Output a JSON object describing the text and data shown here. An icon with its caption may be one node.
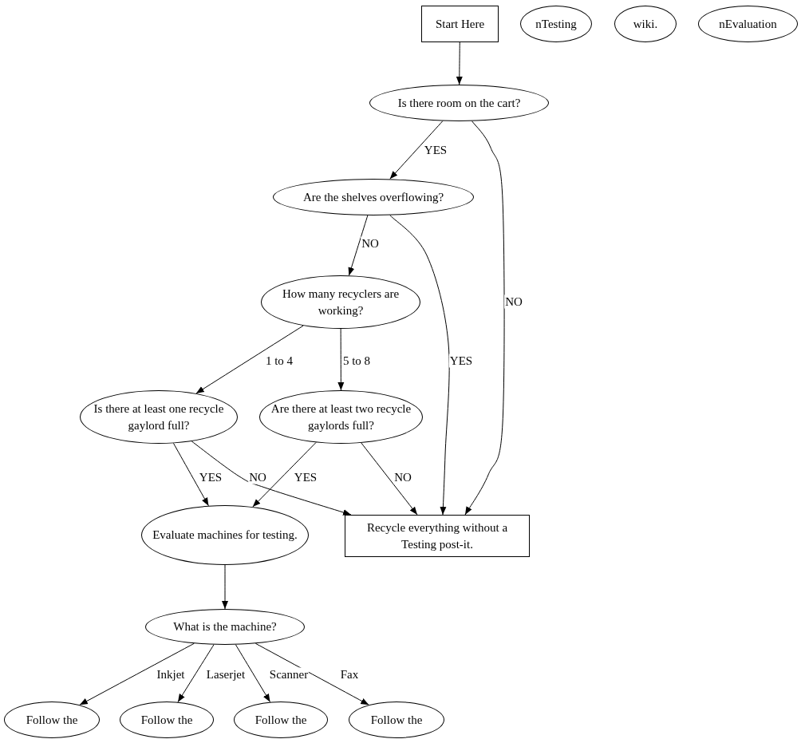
{
  "diagram": {
    "nodes": [
      {
        "text": [
          "Start Here"
        ]
      },
      {
        "text": [
          "nTesting"
        ]
      },
      {
        "text": [
          "wiki."
        ]
      },
      {
        "text": [
          "nEvaluation"
        ]
      },
      {
        "text": [
          "Is there room on the cart?"
        ]
      },
      {
        "text": [
          "Are the shelves overflowing?"
        ]
      },
      {
        "text": [
          "How many recyclers are working?"
        ]
      },
      {
        "text": [
          "Is there at least one recycle gaylord full?"
        ]
      },
      {
        "text": [
          "Are there at least two recycle gaylords full?"
        ]
      },
      {
        "text": [
          "Evaluate machines for testing."
        ]
      },
      {
        "text": [
          "Recycle everything without a Testing post-it."
        ]
      },
      {
        "text": [
          "What is the machine?"
        ]
      },
      {
        "text": [
          "Follow the"
        ]
      },
      {
        "text": [
          "Follow the"
        ]
      },
      {
        "text": [
          "Follow the"
        ]
      },
      {
        "text": [
          "Follow the"
        ]
      }
    ],
    "edges": [
      {
        "from": 0,
        "to": 4,
        "arrow": "to"
      },
      {
        "from": 4,
        "to": 5,
        "label": "YES",
        "arrow": "to"
      },
      {
        "from": 4,
        "to": 10,
        "label": "NO",
        "arrow": "to"
      },
      {
        "from": 5,
        "to": 6,
        "label": "NO",
        "arrow": "to"
      },
      {
        "from": 5,
        "to": 10,
        "label": "YES",
        "arrow": "to"
      },
      {
        "from": 6,
        "to": 7,
        "label": "1 to 4",
        "arrow": "to"
      },
      {
        "from": 6,
        "to": 8,
        "label": "5 to 8",
        "arrow": "to"
      },
      {
        "from": 7,
        "to": 9,
        "label": "YES",
        "arrow": "to"
      },
      {
        "from": 7,
        "to": 10,
        "label": "NO",
        "arrow": "to"
      },
      {
        "from": 8,
        "to": 9,
        "label": "YES",
        "arrow": "to"
      },
      {
        "from": 8,
        "to": 10,
        "label": "NO",
        "arrow": "to"
      },
      {
        "from": 9,
        "to": 11,
        "arrow": "to"
      },
      {
        "from": 11,
        "to": 12,
        "label": "Inkjet",
        "arrow": "to"
      },
      {
        "from": 11,
        "to": 13,
        "label": "Laserjet",
        "arrow": "to"
      },
      {
        "from": 11,
        "to": 14,
        "label": "Scanner",
        "arrow": "to"
      },
      {
        "from": 11,
        "to": 15,
        "label": "Fax",
        "arrow": "to"
      }
    ]
  }
}
